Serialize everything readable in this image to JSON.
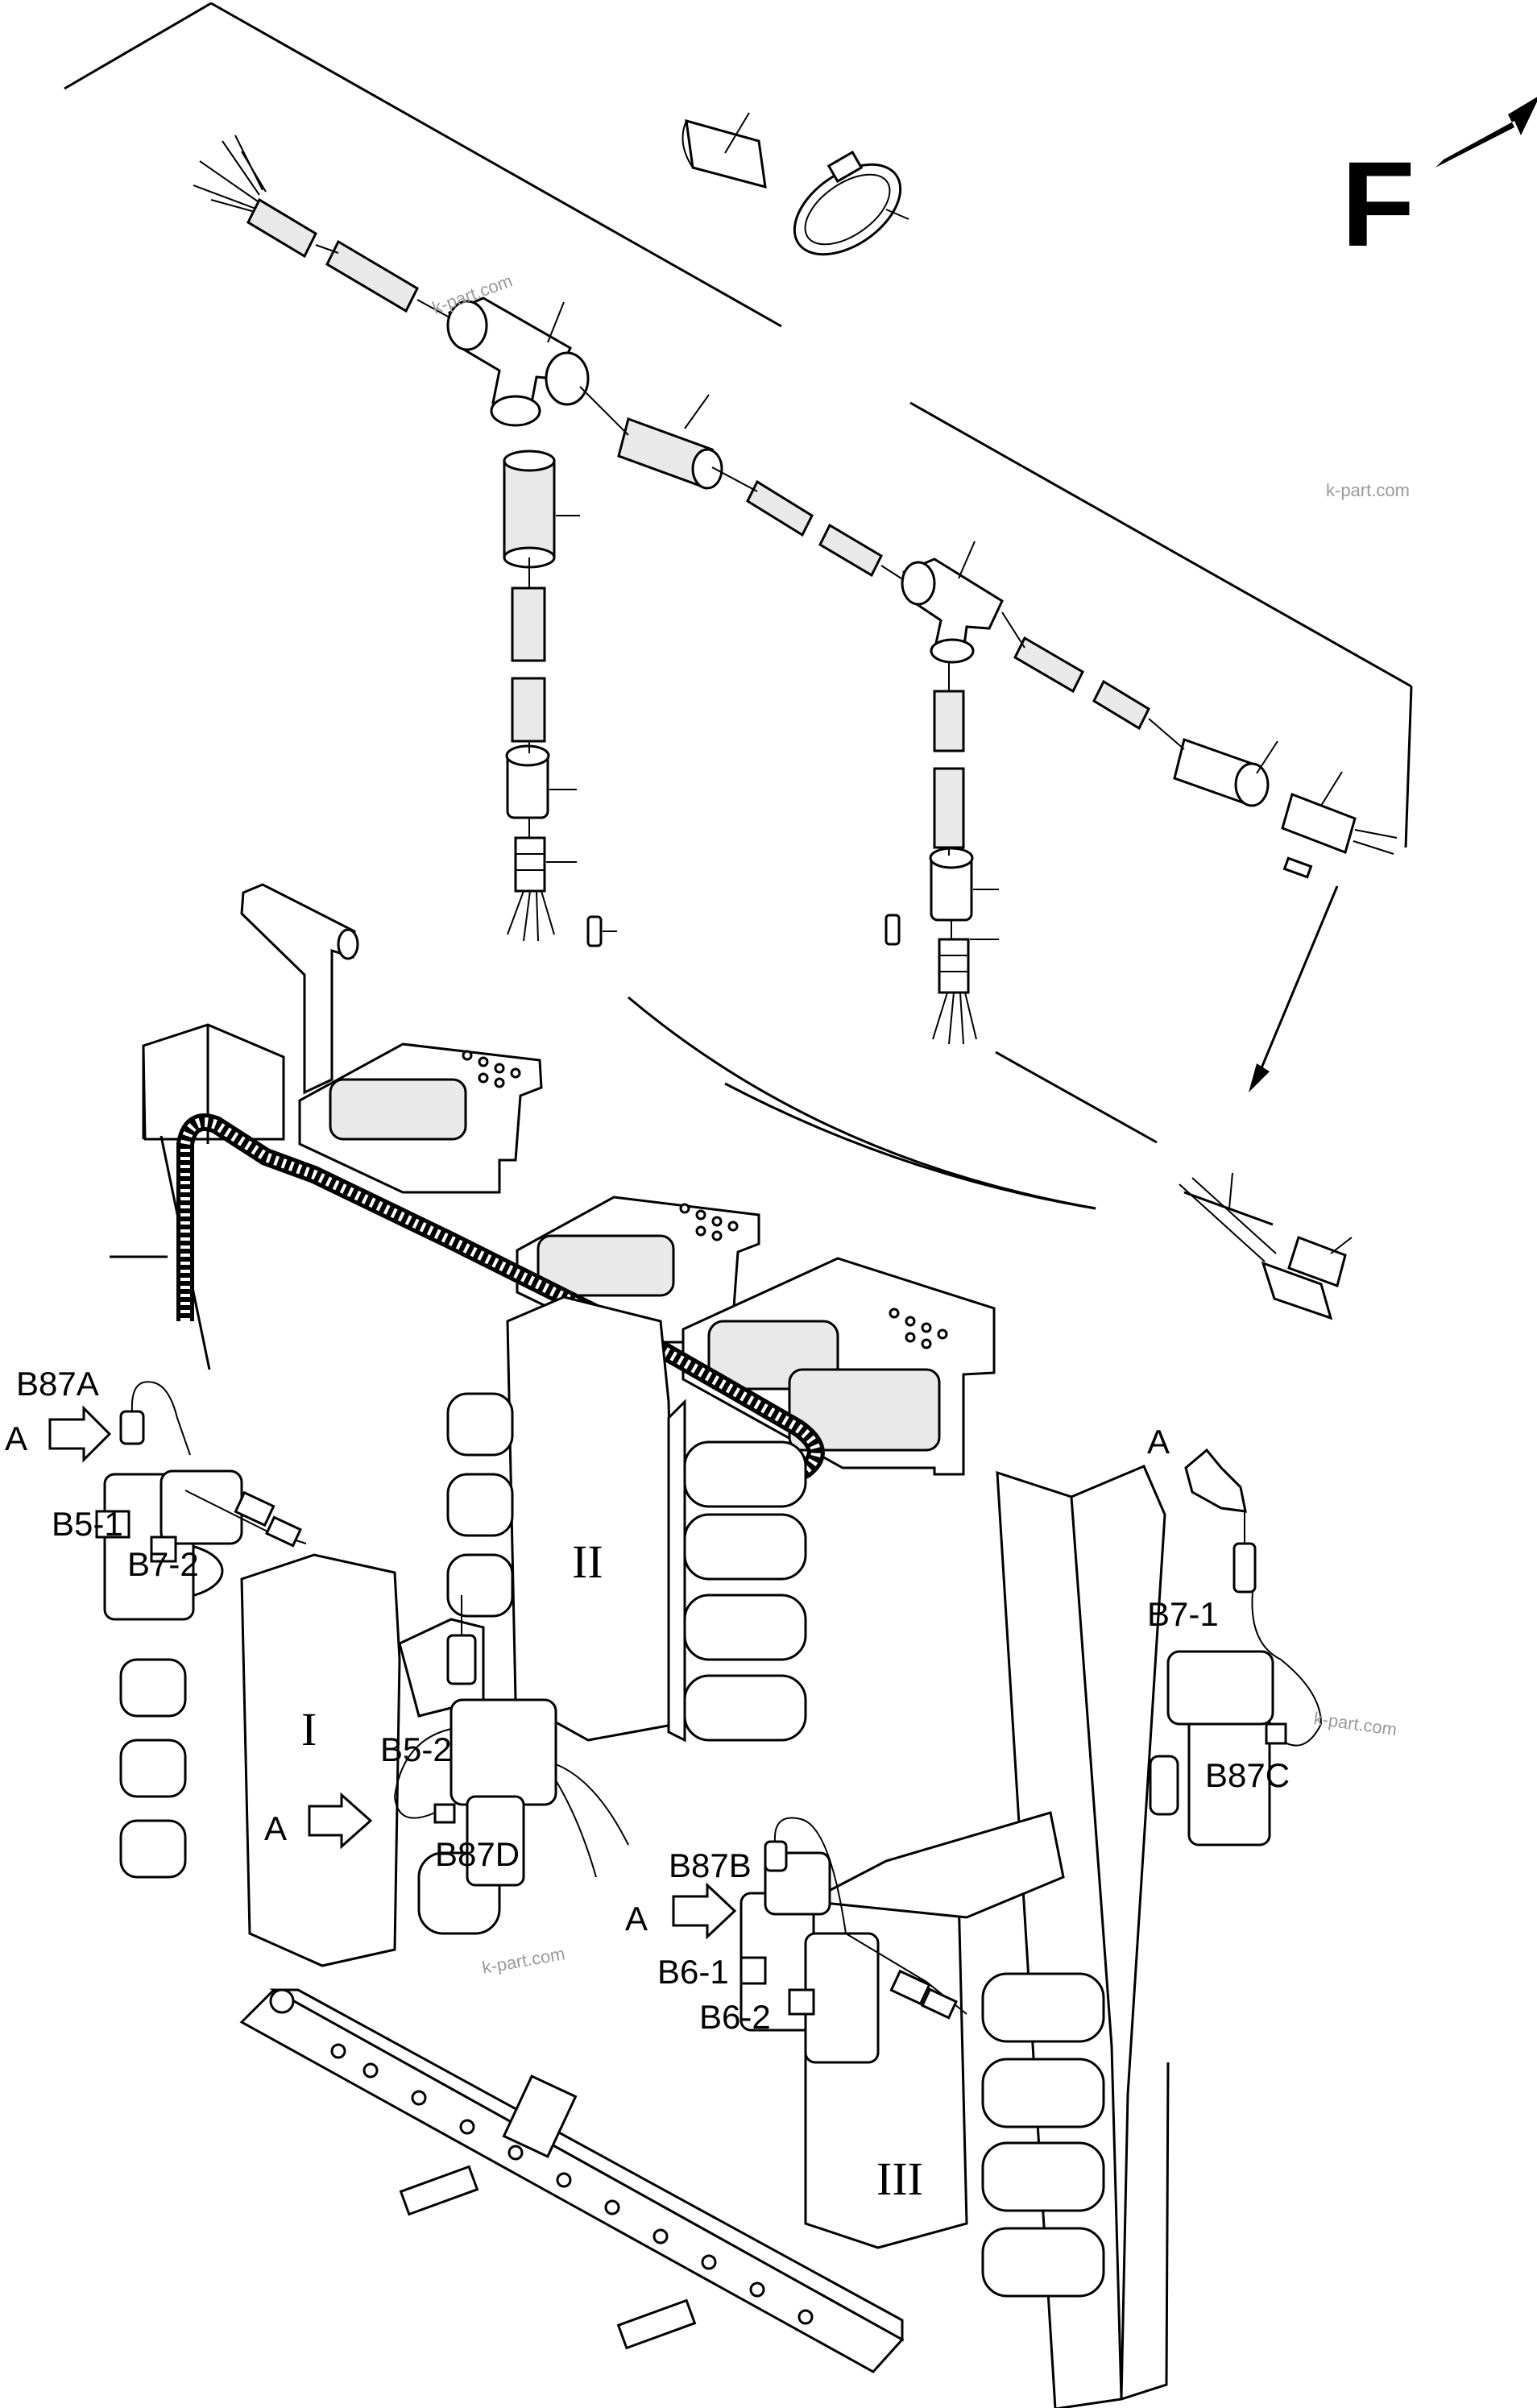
{
  "direction_mark": "F",
  "labels": {
    "b87a": "B87A",
    "b5_1": "B5-1",
    "b7_2": "B7-2",
    "b5_2": "B5-2",
    "b87d": "B87D",
    "b87b": "B87B",
    "b6_1": "B6-1",
    "b6_2": "B6-2",
    "b7_1": "B7-1",
    "b87c": "B87C"
  },
  "view_arrows": {
    "a1": "A",
    "a2": "A",
    "a3": "A",
    "a4": "A"
  },
  "sections": {
    "i": "I",
    "ii": "II",
    "iii": "III"
  },
  "watermark": "k-part.com"
}
